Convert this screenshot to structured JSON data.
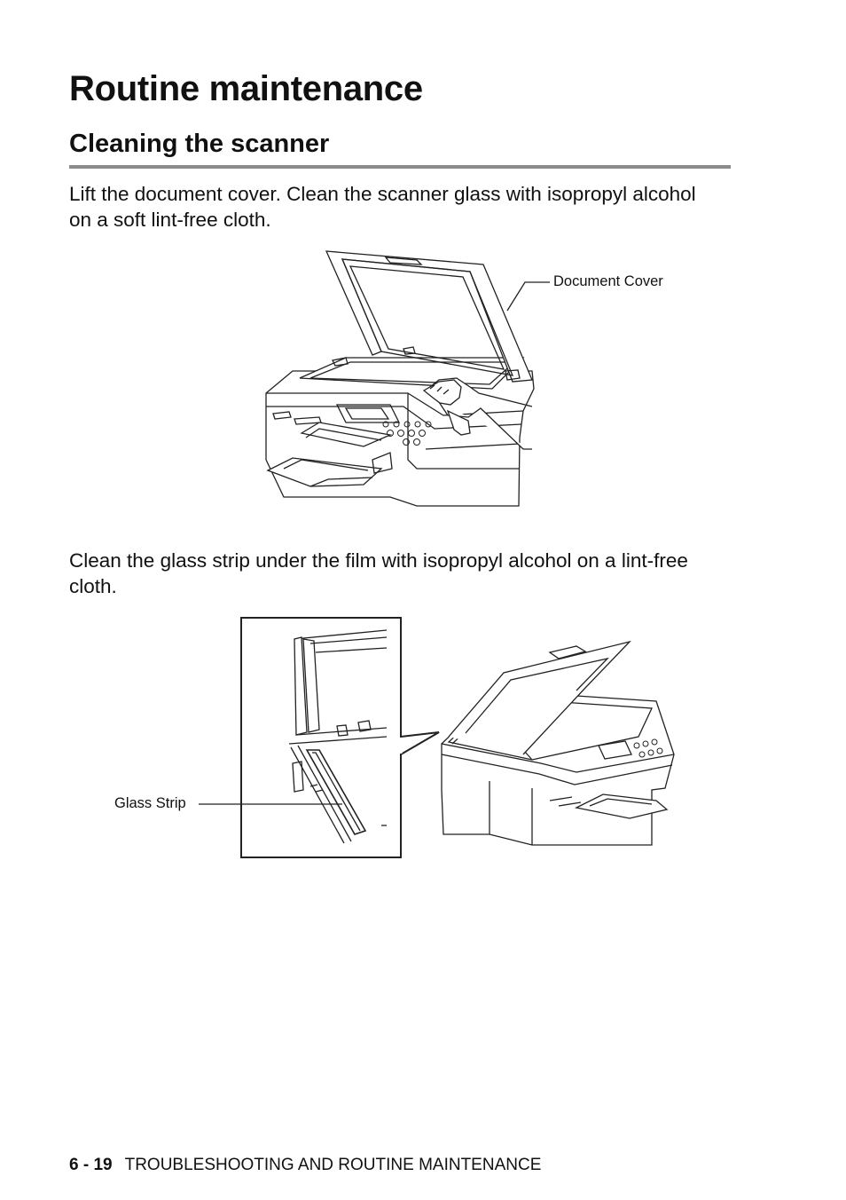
{
  "page_title": "Routine maintenance",
  "section_title": "Cleaning the scanner",
  "paragraph_1": "Lift the document cover. Clean the scanner glass with isopropyl alcohol on a soft lint-free cloth.",
  "figure_1": {
    "callout": "Document Cover"
  },
  "paragraph_2": "Clean the glass strip under the film with isopropyl alcohol on a lint-free cloth.",
  "figure_2": {
    "callout": "Glass Strip"
  },
  "footer": {
    "page_number": "6 - 19",
    "chapter_title": "TROUBLESHOOTING AND ROUTINE MAINTENANCE"
  }
}
